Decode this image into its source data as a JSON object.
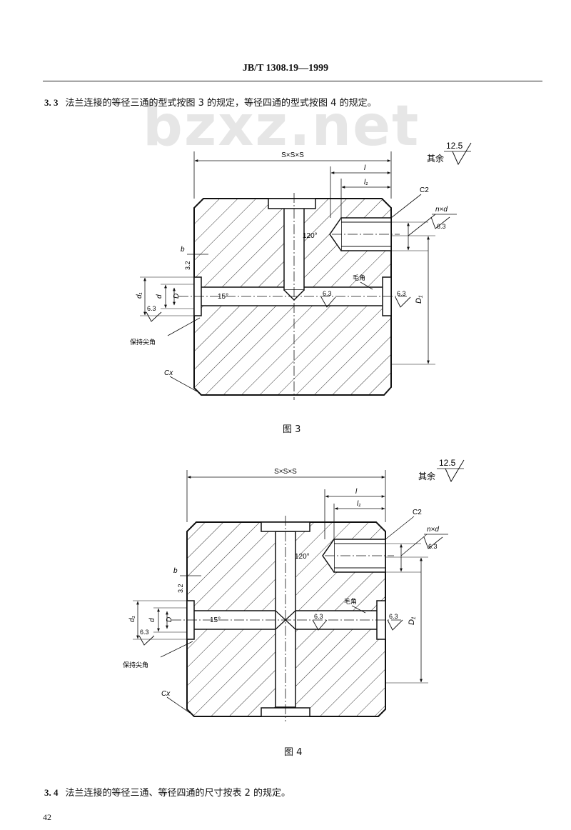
{
  "header": {
    "standard": "JB/T 1308.19—1999"
  },
  "watermark": "bzxz.net",
  "sections": {
    "s33": {
      "num": "3. 3",
      "text": "法兰连接的等径三通的型式按图 3 的规定，等径四通的型式按图 4 的规定。"
    },
    "s34": {
      "num": "3. 4",
      "text": "法兰连接的等径三通、等径四通的尺寸按表 2 的规定。"
    }
  },
  "figures": {
    "fig3": {
      "caption": "图 3",
      "labels": {
        "sss": "S×S×S",
        "l": "l",
        "l1": "l₁",
        "c2": "C2",
        "nxd": "n×d",
        "r63": "6.3",
        "r125": "12.5",
        "rest": "其余",
        "a120": "120°",
        "b": "b",
        "r32": "3.2",
        "d1": "d₁",
        "d": "d",
        "D": "D",
        "a15": "15°",
        "deburr": "毛角",
        "keep": "保持尖角",
        "cx": "Cx",
        "D1": "D₁"
      }
    },
    "fig4": {
      "caption": "图 4",
      "labels": {
        "sss": "S×S×S",
        "l": "l",
        "l1": "l₁",
        "c2": "C2",
        "nxd": "n×d",
        "r63": "6.3",
        "r125": "12.5",
        "rest": "其余",
        "a120": "120°",
        "b": "b",
        "r32": "3.2",
        "d1": "d₁",
        "d": "d",
        "D": "D",
        "a15": "15°",
        "deburr": "毛角",
        "keep": "保持尖角",
        "cx": "Cx",
        "D1": "D₁"
      }
    }
  },
  "page_number": "42"
}
